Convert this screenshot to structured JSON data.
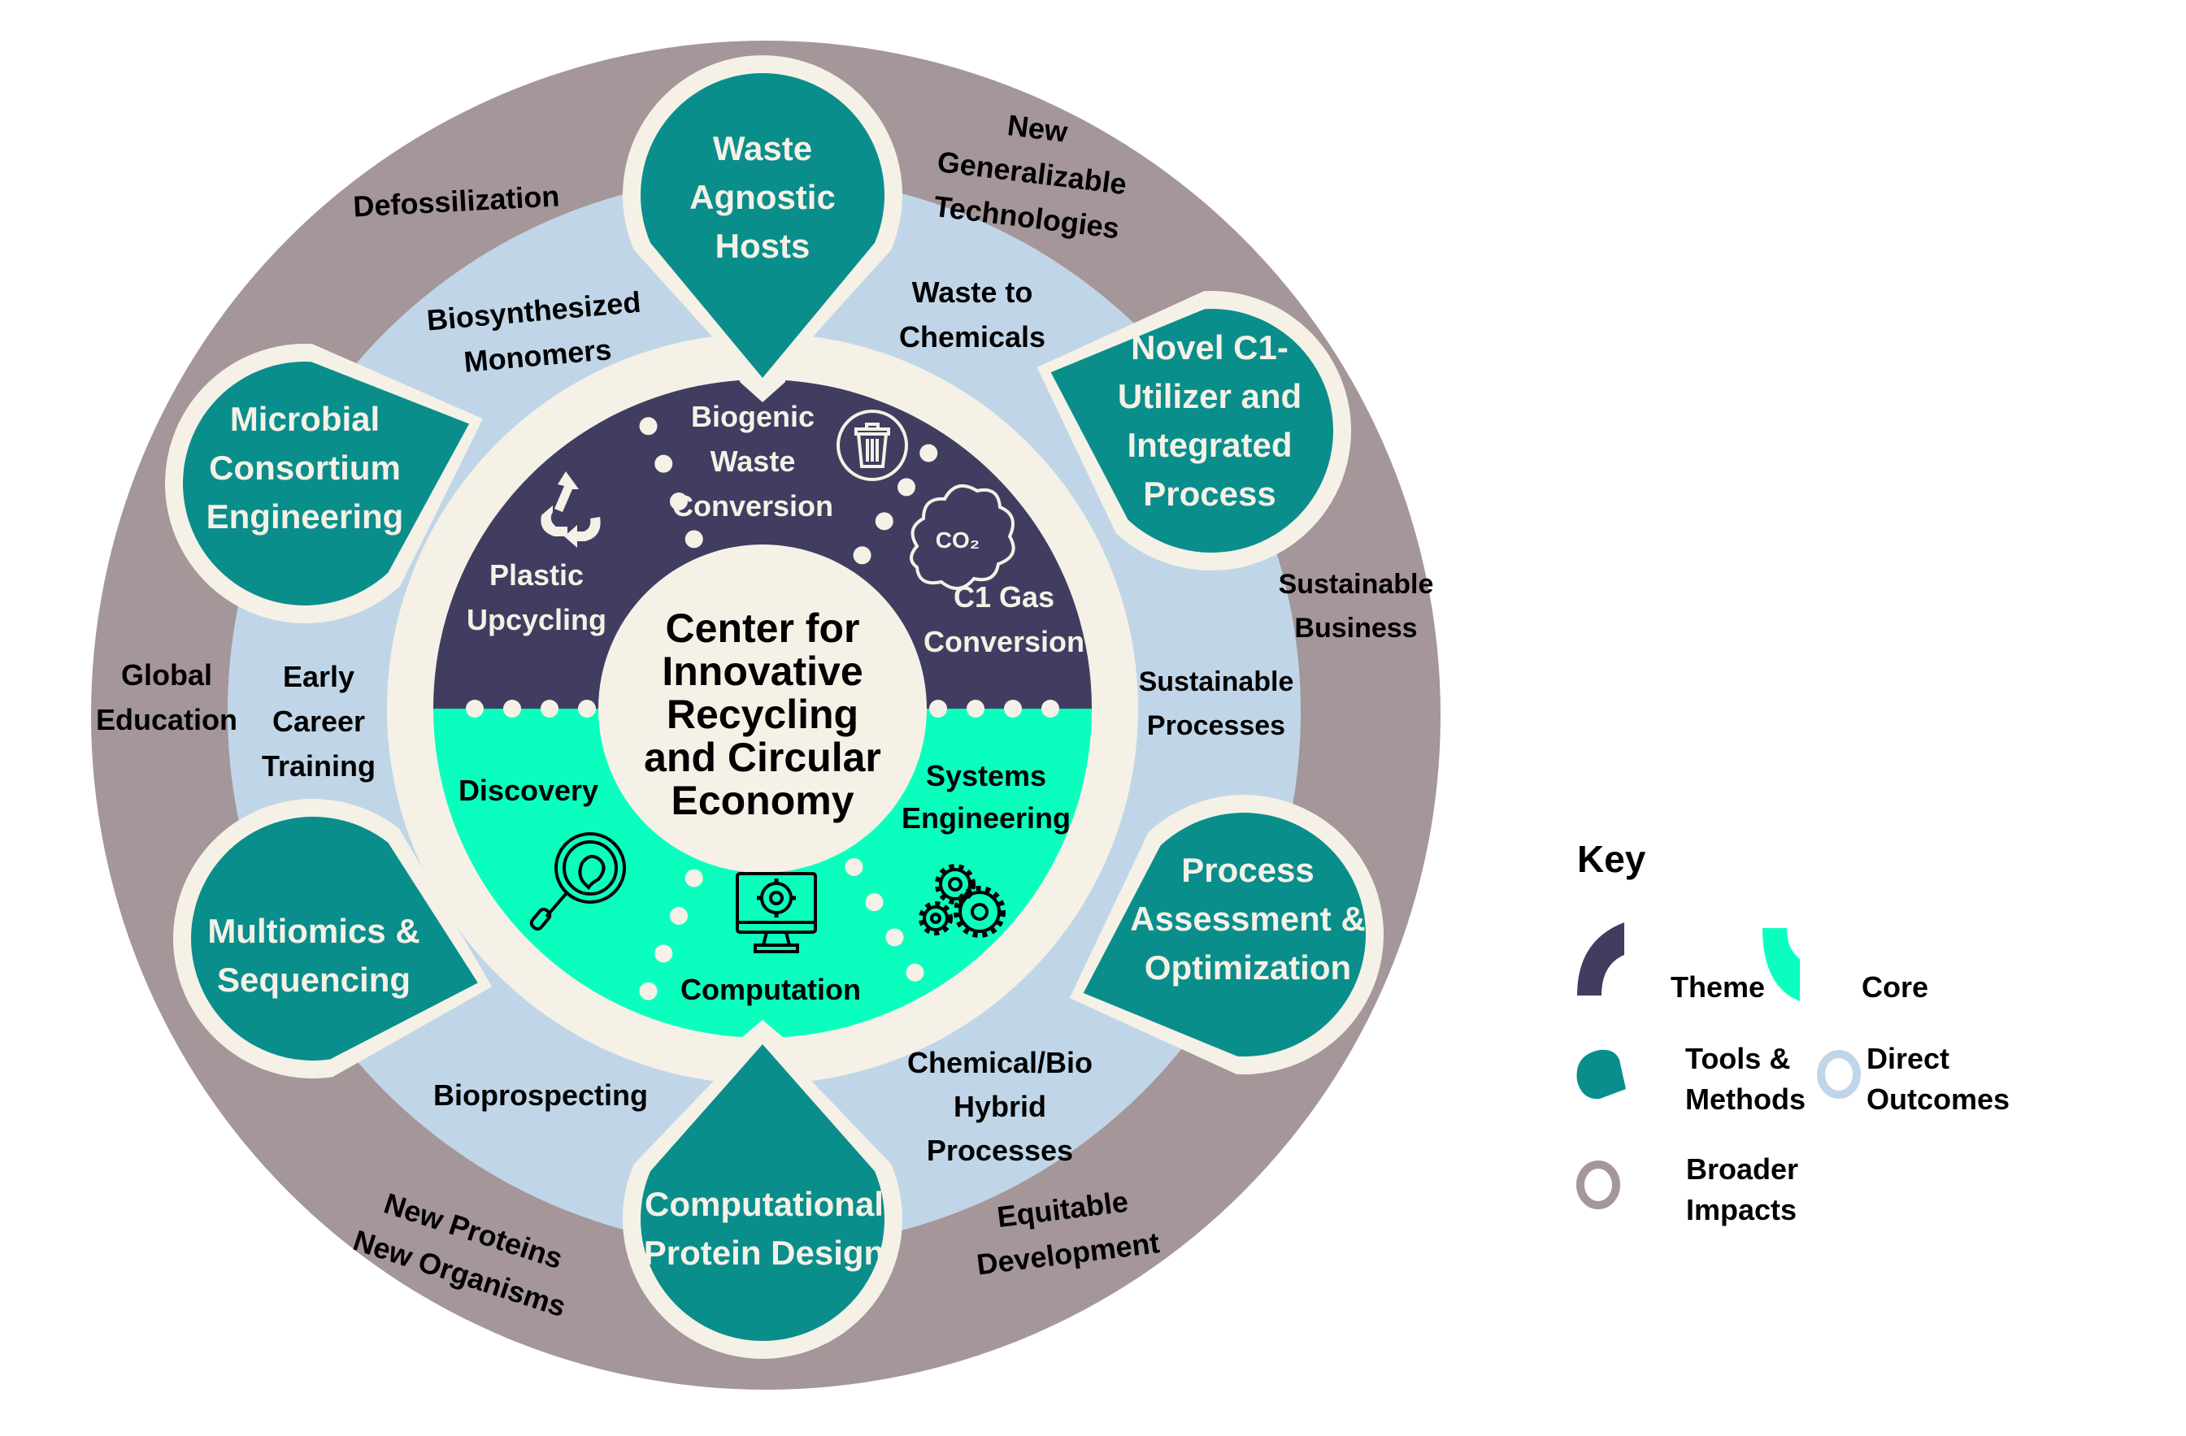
{
  "colors": {
    "broader_impacts": "#a5969a",
    "direct_outcomes": "#c0d6e8",
    "cream": "#f5f1e6",
    "theme": "#403d61",
    "core": "#0affbf",
    "tools_methods": "#0a8e8c",
    "text_dark": "#000000",
    "text_light": "#f5f1e6"
  },
  "center": {
    "lines": [
      "Center for",
      "Innovative",
      "Recycling",
      "and Circular",
      "Economy"
    ]
  },
  "themes": [
    {
      "id": "plastic-upcycling",
      "lines": [
        "Plastic",
        "Upcycling"
      ],
      "icon": "recycle-icon"
    },
    {
      "id": "biogenic-waste-conversion",
      "lines": [
        "Biogenic",
        "Waste",
        "Conversion"
      ],
      "icon": "trash-can-icon"
    },
    {
      "id": "c1-gas-conversion",
      "lines": [
        "C1 Gas",
        "Conversion"
      ],
      "icon": "co2-cloud-icon"
    }
  ],
  "cores": [
    {
      "id": "discovery",
      "lines": [
        "Discovery"
      ],
      "icon": "magnifier-bulb-icon"
    },
    {
      "id": "computation",
      "lines": [
        "Computation"
      ],
      "icon": "computer-gear-icon"
    },
    {
      "id": "systems-engineering",
      "lines": [
        "Systems",
        "Engineering"
      ],
      "icon": "gears-icon"
    }
  ],
  "co2_label": "CO₂",
  "tools_methods": [
    {
      "id": "waste-agnostic-hosts",
      "lines": [
        "Waste",
        "Agnostic",
        "Hosts"
      ]
    },
    {
      "id": "novel-c1-utilizer",
      "lines": [
        "Novel C1-",
        "Utilizer and",
        "Integrated",
        "Process"
      ]
    },
    {
      "id": "process-assessment",
      "lines": [
        "Process",
        "Assessment &",
        "Optimization"
      ]
    },
    {
      "id": "computational-protein-design",
      "lines": [
        "Computational",
        "Protein Design"
      ]
    },
    {
      "id": "multiomics-sequencing",
      "lines": [
        "Multiomics &",
        "Sequencing"
      ]
    },
    {
      "id": "microbial-consortium",
      "lines": [
        "Microbial",
        "Consortium",
        "Engineering"
      ]
    }
  ],
  "direct_outcomes": [
    {
      "id": "biosynthesized-monomers",
      "lines": [
        "Biosynthesized",
        "Monomers"
      ]
    },
    {
      "id": "waste-to-chemicals",
      "lines": [
        "Waste to",
        "Chemicals"
      ]
    },
    {
      "id": "sustainable-processes",
      "lines": [
        "Sustainable",
        "Processes"
      ]
    },
    {
      "id": "chemical-bio-hybrid",
      "lines": [
        "Chemical/Bio",
        "Hybrid",
        "Processes"
      ]
    },
    {
      "id": "bioprospecting",
      "lines": [
        "Bioprospecting"
      ]
    },
    {
      "id": "early-career-training",
      "lines": [
        "Early",
        "Career",
        "Training"
      ]
    }
  ],
  "broader_impacts": [
    {
      "id": "defossilization",
      "lines": [
        "Defossilization"
      ]
    },
    {
      "id": "new-generalizable-technologies",
      "lines": [
        "New",
        "Generalizable",
        "Technologies"
      ]
    },
    {
      "id": "sustainable-business",
      "lines": [
        "Sustainable",
        "Business"
      ]
    },
    {
      "id": "equitable-development",
      "lines": [
        "Equitable",
        "Development"
      ]
    },
    {
      "id": "new-proteins-organisms",
      "lines": [
        "New Proteins",
        "New Organisms"
      ]
    },
    {
      "id": "global-education",
      "lines": [
        "Global",
        "Education"
      ]
    }
  ],
  "legend": {
    "title": "Key",
    "items": [
      {
        "id": "theme",
        "label_lines": [
          "Theme"
        ]
      },
      {
        "id": "core",
        "label_lines": [
          "Core"
        ]
      },
      {
        "id": "tools",
        "label_lines": [
          "Tools &",
          "Methods"
        ]
      },
      {
        "id": "direct",
        "label_lines": [
          "Direct",
          "Outcomes"
        ]
      },
      {
        "id": "broader",
        "label_lines": [
          "Broader",
          "Impacts"
        ]
      }
    ]
  }
}
